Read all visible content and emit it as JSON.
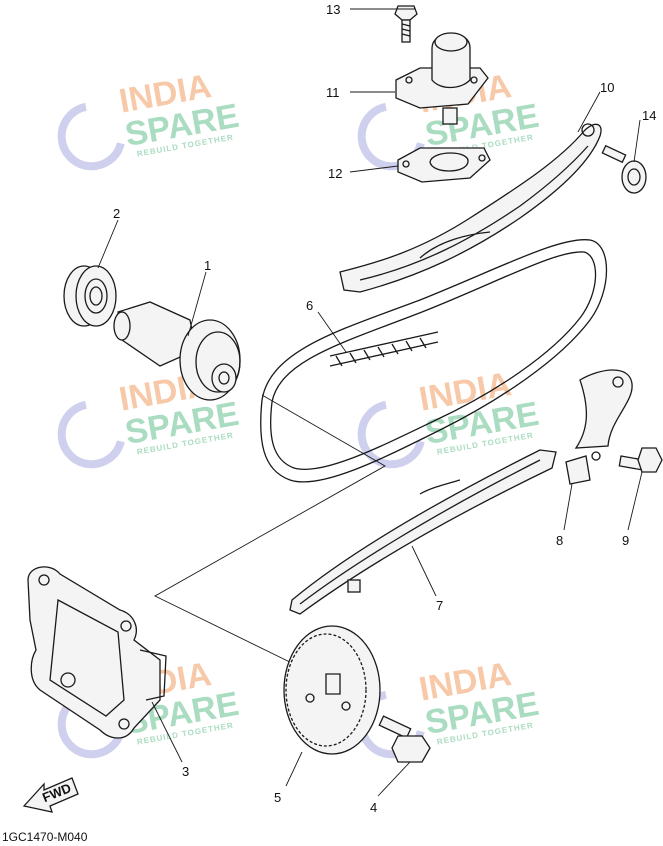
{
  "diagram": {
    "drawing_code": "1GC1470-M040",
    "fwd_label": "FWD",
    "callouts": [
      {
        "id": "1",
        "label": "1"
      },
      {
        "id": "2",
        "label": "2"
      },
      {
        "id": "3",
        "label": "3"
      },
      {
        "id": "4",
        "label": "4"
      },
      {
        "id": "5",
        "label": "5"
      },
      {
        "id": "6",
        "label": "6"
      },
      {
        "id": "7",
        "label": "7"
      },
      {
        "id": "8",
        "label": "8"
      },
      {
        "id": "9",
        "label": "9"
      },
      {
        "id": "10",
        "label": "10"
      },
      {
        "id": "11",
        "label": "11"
      },
      {
        "id": "12",
        "label": "12"
      },
      {
        "id": "13",
        "label": "13"
      },
      {
        "id": "14",
        "label": "14"
      }
    ],
    "watermark": {
      "line1": "INDIA",
      "line2": "SPARE",
      "tagline": "REBUILD TOGETHER",
      "colors": {
        "india": "#f7c9a8",
        "spare": "#a9dcc0",
        "tagline": "#a9dcc0",
        "icon": "#cfd0ee"
      }
    }
  }
}
